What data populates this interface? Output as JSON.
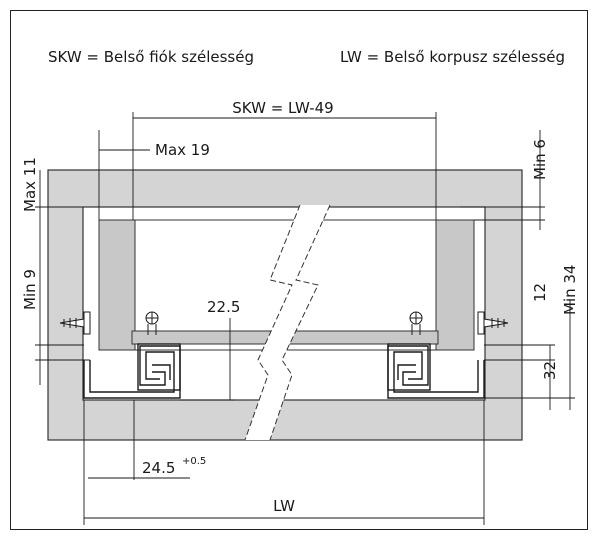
{
  "legend": {
    "skw_definition": "SKW = Belső fiók szélesség",
    "lw_definition": "LW = Belső korpusz szélesség"
  },
  "dimensions": {
    "skw_formula": "SKW = LW-49",
    "max_19": "Max 19",
    "min_6": "Min 6",
    "max_11": "Max 11",
    "min_9": "Min 9",
    "min_34": "Min 34",
    "dim_12": "12",
    "dim_32": "32",
    "dim_22_5": "22.5",
    "dim_24_5": "24.5",
    "tolerance": "+0.5",
    "lw": "LW"
  },
  "colors": {
    "cabinet_fill": "#d4d4d4",
    "drawer_fill": "#c8c8c8",
    "line": "#1a1a1a"
  }
}
